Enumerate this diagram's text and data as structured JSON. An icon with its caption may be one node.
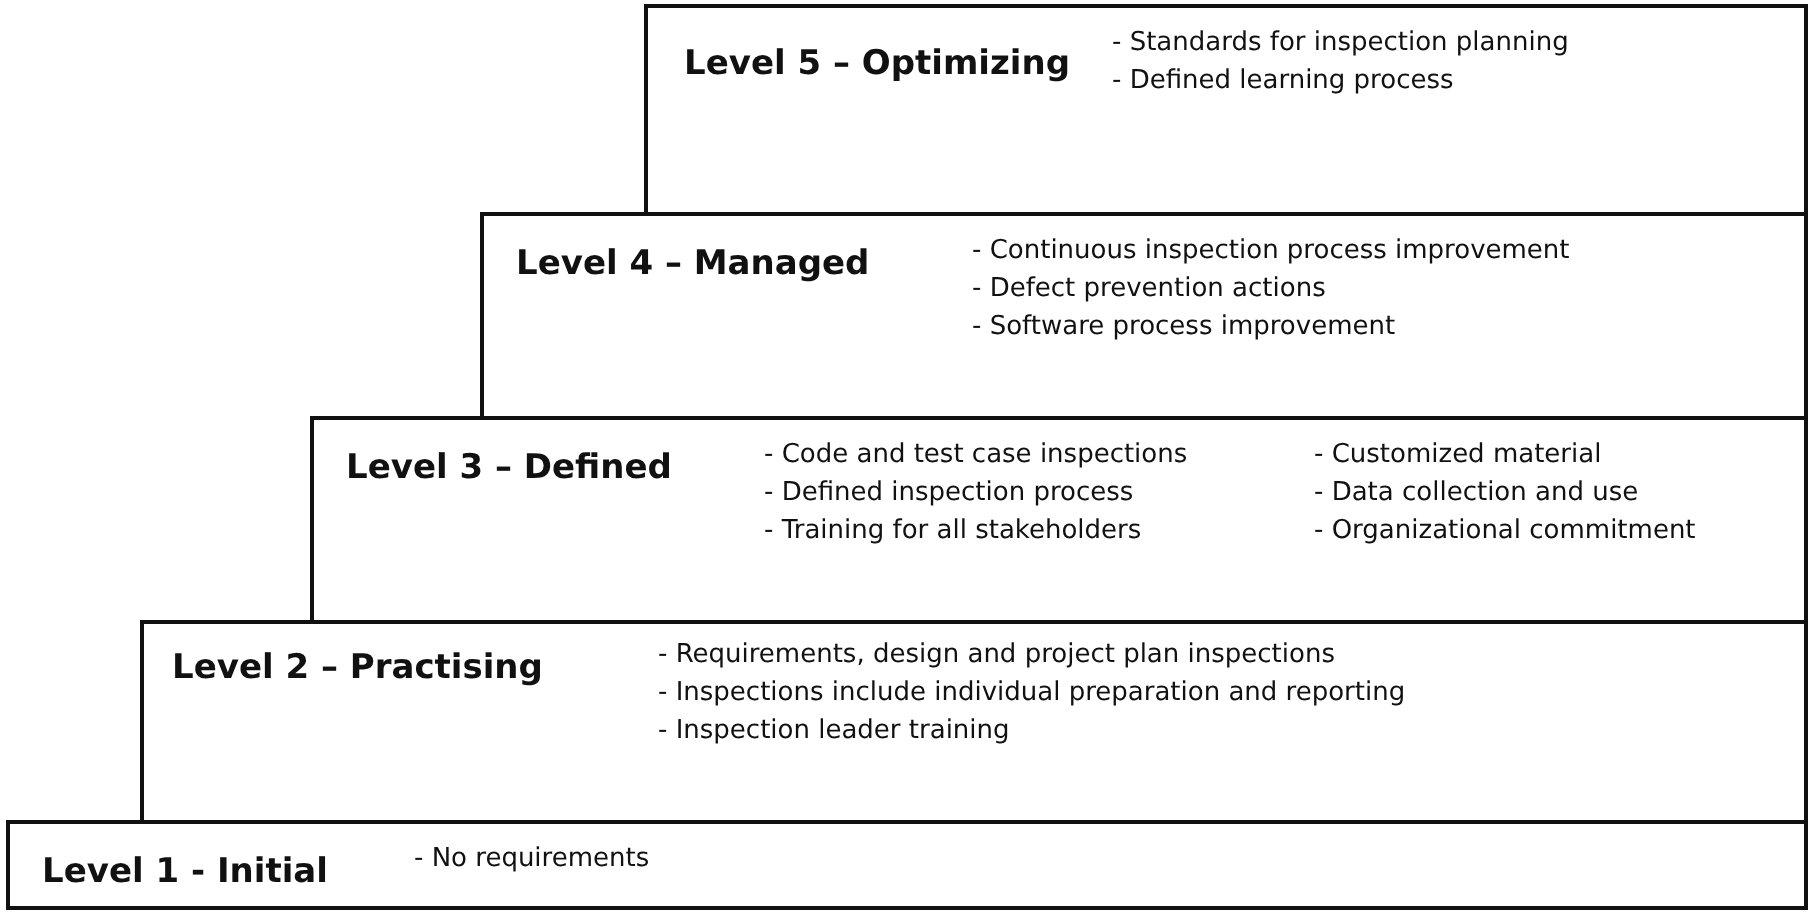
{
  "diagram": {
    "nodes": [
      {
        "text": [
          "Level 5 – Optimizing",
          "- Standards for inspection planning",
          "- Defined learning process"
        ]
      },
      {
        "text": [
          "Level 4 – Managed",
          "- Continuous inspection process improvement",
          "- Defect prevention actions",
          "- Software process improvement"
        ]
      },
      {
        "text": [
          "Level 3 – Defined",
          "- Code and test case inspections",
          "- Defined inspection process",
          "- Training for all stakeholders",
          "- Customized material",
          "- Data collection and use",
          "- Organizational commitment"
        ]
      },
      {
        "text": [
          "Level 2 – Practising",
          "- Requirements, design and project plan inspections",
          "- Inspections include individual preparation and reporting",
          "- Inspection leader training"
        ]
      },
      {
        "text": [
          "Level 1 - Initial",
          "- No requirements"
        ]
      }
    ]
  }
}
